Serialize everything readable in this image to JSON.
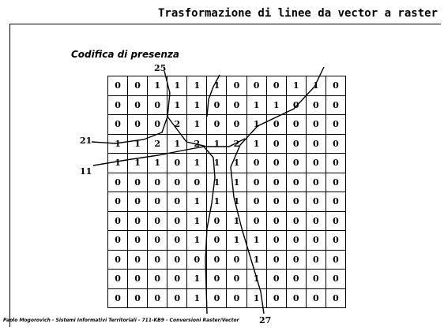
{
  "slide": {
    "title": "Trasformazione di linee da vector a raster",
    "subtitle": "Codifica di presenza",
    "footer": "Paolo Mogorovich - Sistemi Informativi Territoriali - 711-KB9 - Conversioni Raster/Vector"
  },
  "labels": {
    "top": "25",
    "left_upper": "21",
    "left_lower": "11",
    "bottom": "27"
  },
  "grid": [
    [
      "0",
      "0",
      "1",
      "1",
      "1",
      "1",
      "0",
      "0",
      "0",
      "1",
      "1",
      "0"
    ],
    [
      "0",
      "0",
      "0",
      "1",
      "1",
      "0",
      "0",
      "1",
      "1",
      "0",
      "0",
      "0"
    ],
    [
      "0",
      "0",
      "0",
      "2",
      "1",
      "0",
      "0",
      "1",
      "0",
      "0",
      "0",
      "0"
    ],
    [
      "1",
      "1",
      "2",
      "1",
      "2",
      "1",
      "2",
      "1",
      "0",
      "0",
      "0",
      "0"
    ],
    [
      "1",
      "1",
      "1",
      "0",
      "1",
      "1",
      "1",
      "0",
      "0",
      "0",
      "0",
      "0"
    ],
    [
      "0",
      "0",
      "0",
      "0",
      "0",
      "1",
      "1",
      "0",
      "0",
      "0",
      "0",
      "0"
    ],
    [
      "0",
      "0",
      "0",
      "0",
      "1",
      "1",
      "1",
      "0",
      "0",
      "0",
      "0",
      "0"
    ],
    [
      "0",
      "0",
      "0",
      "0",
      "1",
      "0",
      "1",
      "0",
      "0",
      "0",
      "0",
      "0"
    ],
    [
      "0",
      "0",
      "0",
      "0",
      "1",
      "0",
      "1",
      "1",
      "0",
      "0",
      "0",
      "0"
    ],
    [
      "0",
      "0",
      "0",
      "0",
      "0",
      "0",
      "0",
      "1",
      "0",
      "0",
      "0",
      "0"
    ],
    [
      "0",
      "0",
      "0",
      "0",
      "1",
      "0",
      "0",
      "1",
      "0",
      "0",
      "0",
      "0"
    ],
    [
      "0",
      "0",
      "0",
      "0",
      "1",
      "0",
      "0",
      "1",
      "0",
      "0",
      "0",
      "0"
    ]
  ]
}
